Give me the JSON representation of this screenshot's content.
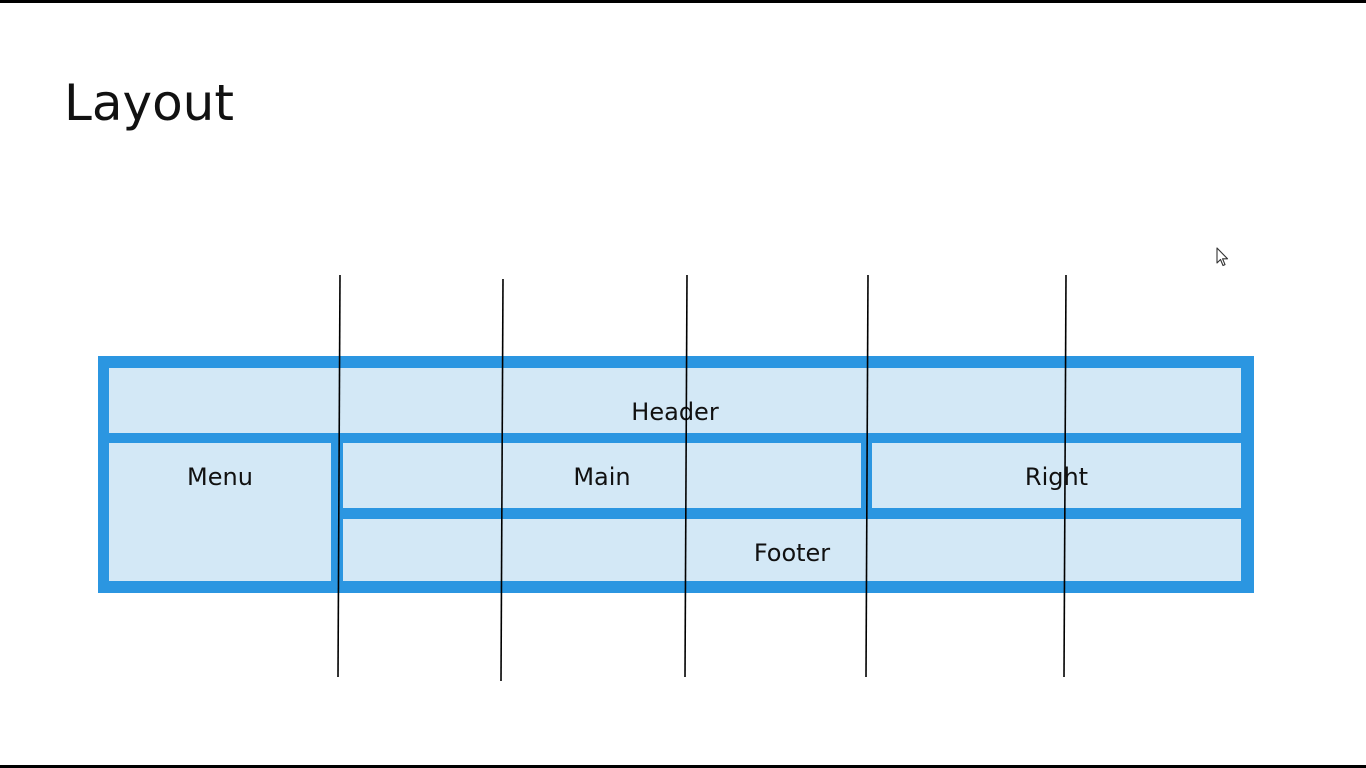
{
  "slide": {
    "title": "Layout"
  },
  "layout_areas": {
    "header": "Header",
    "menu": "Menu",
    "main": "Main",
    "right": "Right",
    "footer": "Footer"
  },
  "colors": {
    "area_border": "#2b96e1",
    "area_fill": "#d3e8f6",
    "grid_line": "#000000",
    "text": "#111111"
  },
  "icons": {
    "pointer": "mouse-pointer-icon"
  }
}
